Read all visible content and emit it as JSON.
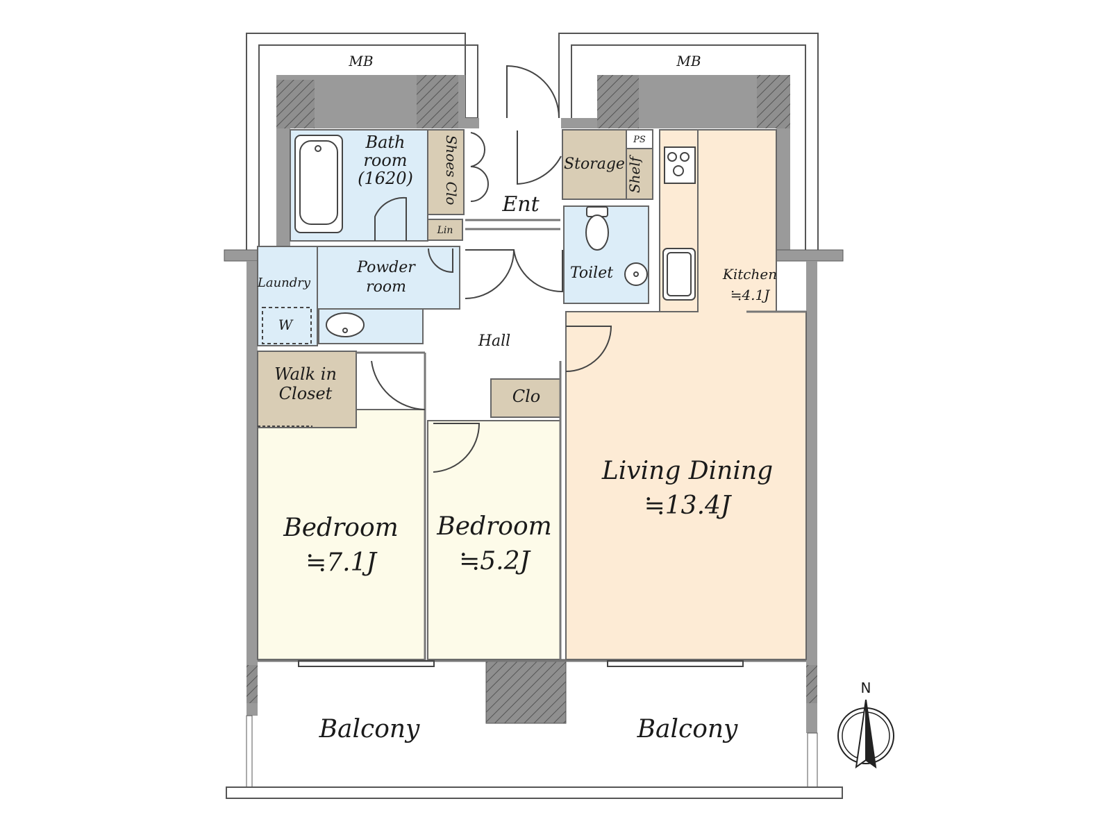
{
  "colors": {
    "wall": "#9a9a9a",
    "wall_dark": "#2a2a2a",
    "wet_area": "#dcedf8",
    "storage": "#d9cdb5",
    "bedroom": "#fdfbe9",
    "living": "#fdebd5",
    "outline": "#555555"
  },
  "rooms": {
    "mb_left": "MB",
    "mb_right": "MB",
    "bathroom": [
      "Bath",
      "room",
      "(1620)"
    ],
    "shoes_clo": "Shoes Clo",
    "entrance": "Ent",
    "storage": "Storage",
    "shelf": "Shelf",
    "ps": "PS",
    "lin": "Lin",
    "toilet": "Toilet",
    "laundry": "Laundry",
    "washer": "W",
    "powder_room": [
      "Powder",
      "room"
    ],
    "hall": "Hall",
    "walk_in_closet": [
      "Walk in",
      "Closet"
    ],
    "clo": "Clo",
    "kitchen": {
      "name": "Kitchen",
      "size": "≒4.1J"
    },
    "living_dining": {
      "name": "Living Dining",
      "size": "≒13.4J"
    },
    "bedroom_1": {
      "name": "Bedroom",
      "size": "≒7.1J"
    },
    "bedroom_2": {
      "name": "Bedroom",
      "size": "≒5.2J"
    },
    "balcony_left": "Balcony",
    "balcony_right": "Balcony"
  },
  "compass": {
    "label": "N",
    "icon": "north-arrow-icon"
  }
}
